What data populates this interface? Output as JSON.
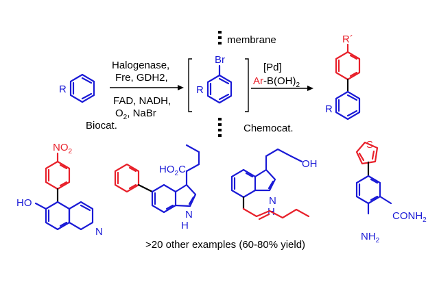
{
  "membrane_label": "membrane",
  "reagents_top": [
    "Halogenase,",
    "Fre, GDH2,"
  ],
  "reagents_bottom": [
    "FAD, NADH,",
    "O",
    "2",
    ", NaBr"
  ],
  "biocat_label": "Biocat.",
  "chemocat_label": "Chemocat.",
  "pd_label": "[Pd]",
  "arb_label": [
    "Ar",
    "-B(OH)",
    "2"
  ],
  "r_label": "R",
  "br_label": "Br",
  "r_prime_label": "R´",
  "examples_caption": ">20 other examples (60-80% yield)",
  "no2_label": [
    "NO",
    "2"
  ],
  "ho_label": "HO",
  "n_label": "N",
  "ho2c_label": [
    "HO",
    "2",
    "C"
  ],
  "nh_label": "N",
  "h_label": "H",
  "oh_label": "OH",
  "s_label": "S",
  "conh2_label": [
    "CONH",
    "2"
  ],
  "nh2_label": [
    "NH",
    "2"
  ],
  "colors": {
    "substrate": "#1a1ad6",
    "coupling_partner": "#e8202a",
    "text": "#000000"
  }
}
